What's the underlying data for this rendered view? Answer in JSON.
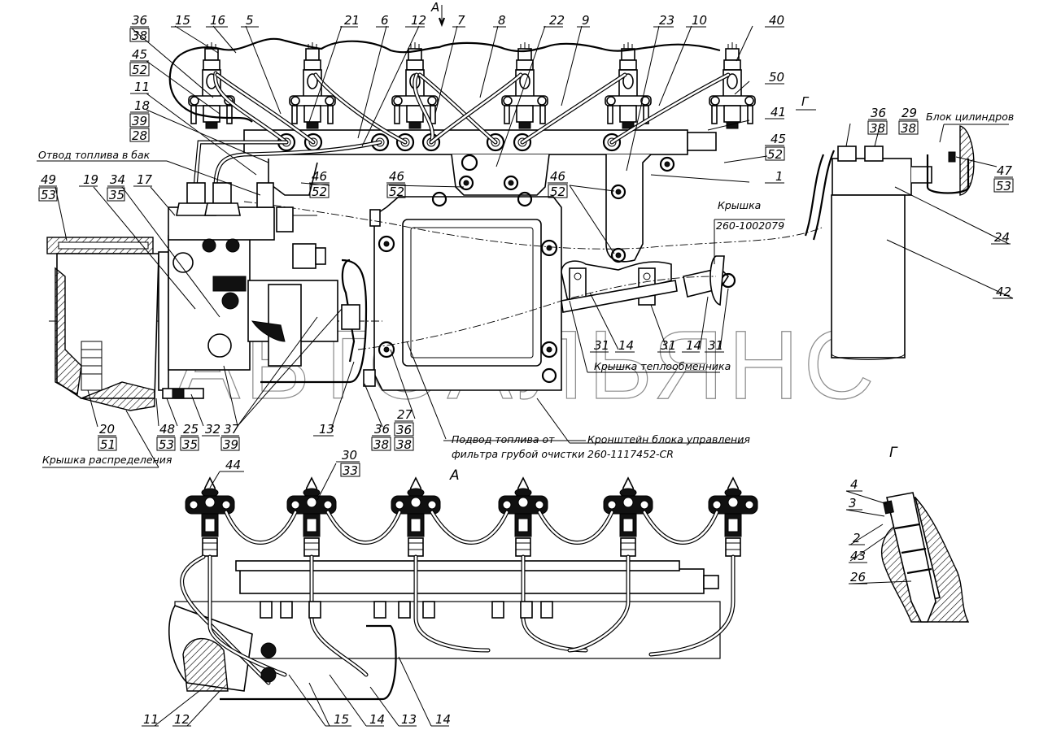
{
  "drawing": {
    "title": "Fuel system installation assembly drawing",
    "watermark": "АВТОАЛЬЯНС",
    "view_markers": {
      "view_a_top": "А",
      "view_a_bottom": "А",
      "view_g_marker": "Г",
      "view_g_title": "Г"
    },
    "captions": {
      "fuel_return": "Отвод топлива в бак",
      "distribution_cover": "Крышка распределения",
      "heat_exchanger_cover": "Крышка теплообменника",
      "cover_label": "Крышка",
      "cover_part_no": "260-1002079",
      "fuel_supply_line1": "Подвод топлива от",
      "fuel_supply_line2": "фильтра грубой очистки",
      "ecu_bracket_line1": "Кронштейн блока управления",
      "ecu_bracket_part_no": "260-1117452-CR",
      "cylinder_block": "Блок цилиндров"
    },
    "callouts_top": {
      "c36_38": [
        "36",
        "38"
      ],
      "c15": "15",
      "c16": "16",
      "c5": "5",
      "c21": "21",
      "c6": "6",
      "c12": "12",
      "c7": "7",
      "c8": "8",
      "c22": "22",
      "c9": "9",
      "c23": "23",
      "c10": "10",
      "c40": "40",
      "c50": "50",
      "c41": "41",
      "c45_52_right": [
        "45",
        "52"
      ],
      "c1": "1",
      "c45_52_left": [
        "45",
        "52"
      ],
      "c11": "11",
      "c18_39_28": [
        "18",
        "39",
        "28"
      ],
      "c46_52_a": [
        "46",
        "52"
      ],
      "c46_52_b": [
        "46",
        "52"
      ],
      "c46_52_c": [
        "46",
        "52"
      ],
      "c49_53": [
        "49",
        "53"
      ],
      "c19": "19",
      "c34_35": [
        "34",
        "35"
      ],
      "c17": "17",
      "c20_51": [
        "20",
        "51"
      ],
      "c48_53": [
        "48",
        "53"
      ],
      "c25_35": [
        "25",
        "35"
      ],
      "c32": "32",
      "c37_39": [
        "37",
        "39"
      ],
      "c13": "13",
      "c36_38_b": [
        "36",
        "38"
      ],
      "c27_36_38": [
        "27",
        "36",
        "38"
      ],
      "c31_a": "31",
      "c14_a": "14",
      "c31_b": "31",
      "c14_b": "14",
      "c31_c": "31"
    },
    "callouts_filter": {
      "c36_38": [
        "36",
        "38"
      ],
      "c29_38": [
        "29",
        "38"
      ],
      "c47_53": [
        "47",
        "53"
      ],
      "c24": "24",
      "c42": "42"
    },
    "callouts_view_a": {
      "c44": "44",
      "c30_33": [
        "30",
        "33"
      ],
      "c11": "11",
      "c12": "12",
      "c15": "15",
      "c14_a": "14",
      "c13": "13",
      "c14_b": "14"
    },
    "callouts_view_g": {
      "c4": "4",
      "c3": "3",
      "c2": "2",
      "c43": "43",
      "c26": "26"
    },
    "injector_count": 6
  }
}
